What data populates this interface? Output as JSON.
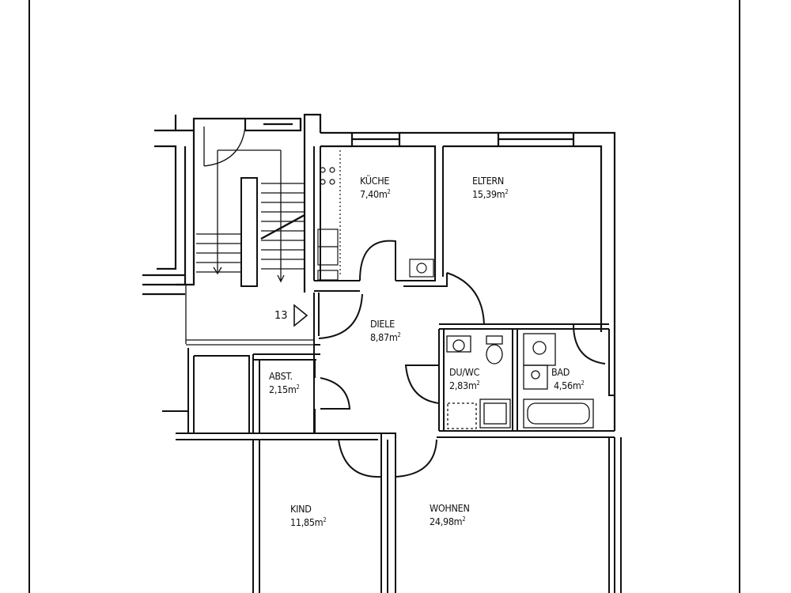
{
  "stair": {
    "unit_number": "13"
  },
  "rooms": {
    "kueche": {
      "name": "KÜCHE",
      "area": "7,40m",
      "unit_power": "2"
    },
    "eltern": {
      "name": "ELTERN",
      "area": "15,39m",
      "unit_power": "2"
    },
    "diele": {
      "name": "DIELE",
      "area": "8,87m",
      "unit_power": "2"
    },
    "abst": {
      "name": "ABST.",
      "area": "2,15m",
      "unit_power": "2"
    },
    "du_wc": {
      "name": "DU/WC",
      "area": "2,83m",
      "unit_power": "2"
    },
    "bad": {
      "name": "BAD",
      "area": "4,56m",
      "unit_power": "2"
    },
    "kind": {
      "name": "KIND",
      "area": "11,85m",
      "unit_power": "2"
    },
    "wohnen": {
      "name": "WOHNEN",
      "area": "24,98m",
      "unit_power": "2"
    }
  },
  "colors": {
    "ink": "#111111",
    "paper": "#ffffff"
  }
}
